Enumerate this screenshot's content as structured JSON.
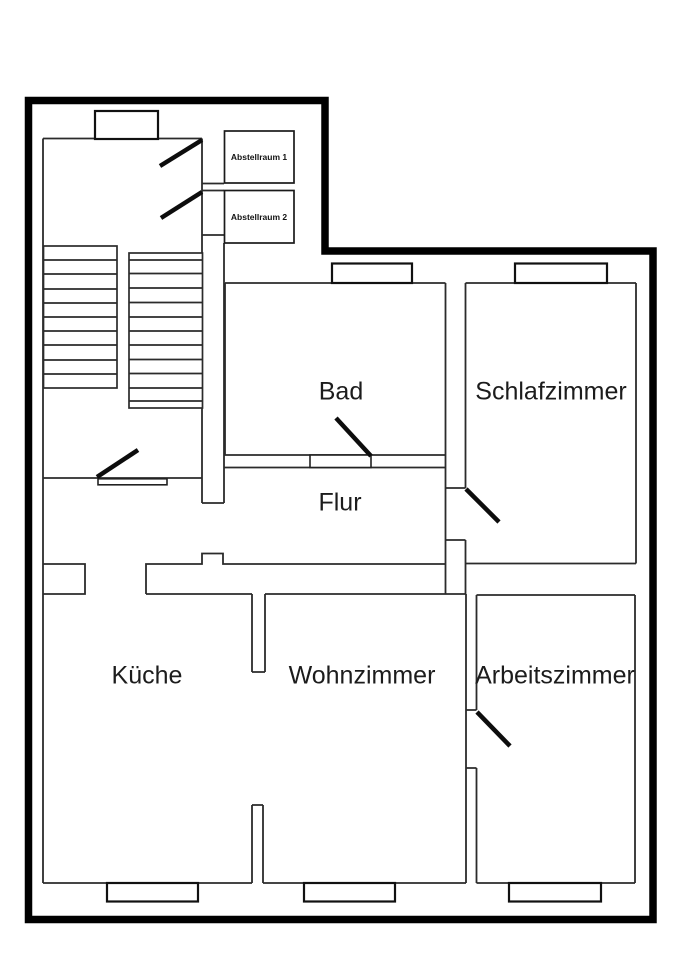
{
  "page": {
    "type": "apartment-floor-plan",
    "background": "#ffffff"
  },
  "colors": {
    "outer_wall": "#000000",
    "inner_wall": "#2b2b2b",
    "door_swing": "#0d0d0d",
    "text": "#1c1c1c"
  },
  "floorplan": {
    "rooms": [
      {
        "id": "abstellraum-1",
        "label": "Abstellraum 1"
      },
      {
        "id": "abstellraum-2",
        "label": "Abstellraum 2"
      },
      {
        "id": "bad",
        "label": "Bad"
      },
      {
        "id": "schlafzimmer",
        "label": "Schlafzimmer"
      },
      {
        "id": "flur",
        "label": "Flur"
      },
      {
        "id": "kueche",
        "label": "Küche"
      },
      {
        "id": "wohnzimmer",
        "label": "Wohnzimmer"
      },
      {
        "id": "arbeitszimmer",
        "label": "Arbeitszimmer"
      }
    ],
    "staircase": {
      "flights": 2
    },
    "door_count": 6,
    "window_count": 6
  }
}
